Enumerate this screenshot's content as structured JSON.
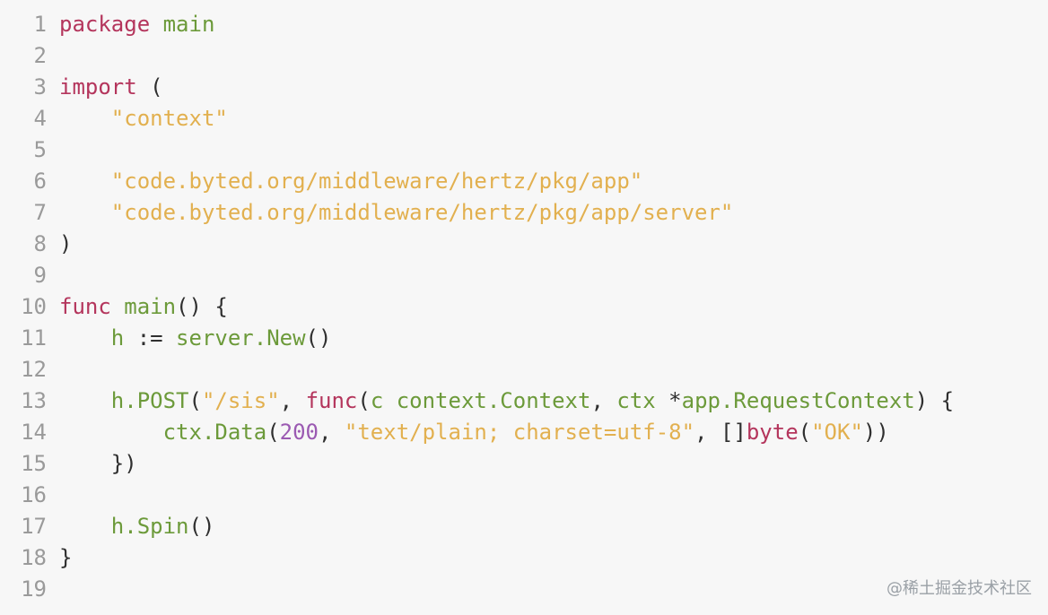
{
  "editor": {
    "lines": [
      {
        "no": "1",
        "tokens": [
          {
            "t": "package",
            "c": "kw"
          },
          {
            "t": " ",
            "c": "plain"
          },
          {
            "t": "main",
            "c": "fn"
          }
        ]
      },
      {
        "no": "2",
        "tokens": []
      },
      {
        "no": "3",
        "tokens": [
          {
            "t": "import",
            "c": "kw"
          },
          {
            "t": " (",
            "c": "plain"
          }
        ]
      },
      {
        "no": "4",
        "tokens": [
          {
            "t": "    ",
            "c": "plain"
          },
          {
            "t": "\"context\"",
            "c": "str"
          }
        ]
      },
      {
        "no": "5",
        "tokens": []
      },
      {
        "no": "6",
        "tokens": [
          {
            "t": "    ",
            "c": "plain"
          },
          {
            "t": "\"code.byted.org/middleware/hertz/pkg/app\"",
            "c": "str"
          }
        ]
      },
      {
        "no": "7",
        "tokens": [
          {
            "t": "    ",
            "c": "plain"
          },
          {
            "t": "\"code.byted.org/middleware/hertz/pkg/app/server\"",
            "c": "str"
          }
        ]
      },
      {
        "no": "8",
        "tokens": [
          {
            "t": ")",
            "c": "plain"
          }
        ]
      },
      {
        "no": "9",
        "tokens": []
      },
      {
        "no": "10",
        "tokens": [
          {
            "t": "func",
            "c": "kw"
          },
          {
            "t": " ",
            "c": "plain"
          },
          {
            "t": "main",
            "c": "fn"
          },
          {
            "t": "() {",
            "c": "plain"
          }
        ]
      },
      {
        "no": "11",
        "tokens": [
          {
            "t": "    ",
            "c": "plain"
          },
          {
            "t": "h",
            "c": "fn"
          },
          {
            "t": " := ",
            "c": "plain"
          },
          {
            "t": "server.New",
            "c": "fn"
          },
          {
            "t": "()",
            "c": "plain"
          }
        ]
      },
      {
        "no": "12",
        "tokens": []
      },
      {
        "no": "13",
        "tokens": [
          {
            "t": "    ",
            "c": "plain"
          },
          {
            "t": "h.POST",
            "c": "fn"
          },
          {
            "t": "(",
            "c": "plain"
          },
          {
            "t": "\"/sis\"",
            "c": "str"
          },
          {
            "t": ", ",
            "c": "plain"
          },
          {
            "t": "func",
            "c": "kw"
          },
          {
            "t": "(",
            "c": "plain"
          },
          {
            "t": "c context.Context",
            "c": "fn"
          },
          {
            "t": ", ",
            "c": "plain"
          },
          {
            "t": "ctx",
            "c": "fn"
          },
          {
            "t": " *",
            "c": "plain"
          },
          {
            "t": "app.RequestContext",
            "c": "fn"
          },
          {
            "t": ") {",
            "c": "plain"
          }
        ]
      },
      {
        "no": "14",
        "tokens": [
          {
            "t": "        ",
            "c": "plain"
          },
          {
            "t": "ctx.Data",
            "c": "fn"
          },
          {
            "t": "(",
            "c": "plain"
          },
          {
            "t": "200",
            "c": "num"
          },
          {
            "t": ", ",
            "c": "plain"
          },
          {
            "t": "\"text/plain; charset=utf-8\"",
            "c": "str"
          },
          {
            "t": ", []",
            "c": "plain"
          },
          {
            "t": "byte",
            "c": "kw"
          },
          {
            "t": "(",
            "c": "plain"
          },
          {
            "t": "\"OK\"",
            "c": "str"
          },
          {
            "t": "))",
            "c": "plain"
          }
        ]
      },
      {
        "no": "15",
        "tokens": [
          {
            "t": "    })",
            "c": "plain"
          }
        ]
      },
      {
        "no": "16",
        "tokens": []
      },
      {
        "no": "17",
        "tokens": [
          {
            "t": "    ",
            "c": "plain"
          },
          {
            "t": "h.Spin",
            "c": "fn"
          },
          {
            "t": "()",
            "c": "plain"
          }
        ]
      },
      {
        "no": "18",
        "tokens": [
          {
            "t": "}",
            "c": "plain"
          }
        ]
      },
      {
        "no": "19",
        "tokens": []
      }
    ]
  },
  "watermark": "@稀土掘金技术社区",
  "colors": {
    "keyword": "#b4355c",
    "function": "#6c9a3a",
    "string": "#e2b04f",
    "number": "#9b5ab2",
    "text": "#2f2f2f",
    "line_number": "#9a9a9a",
    "background": "#f7f7f7"
  }
}
